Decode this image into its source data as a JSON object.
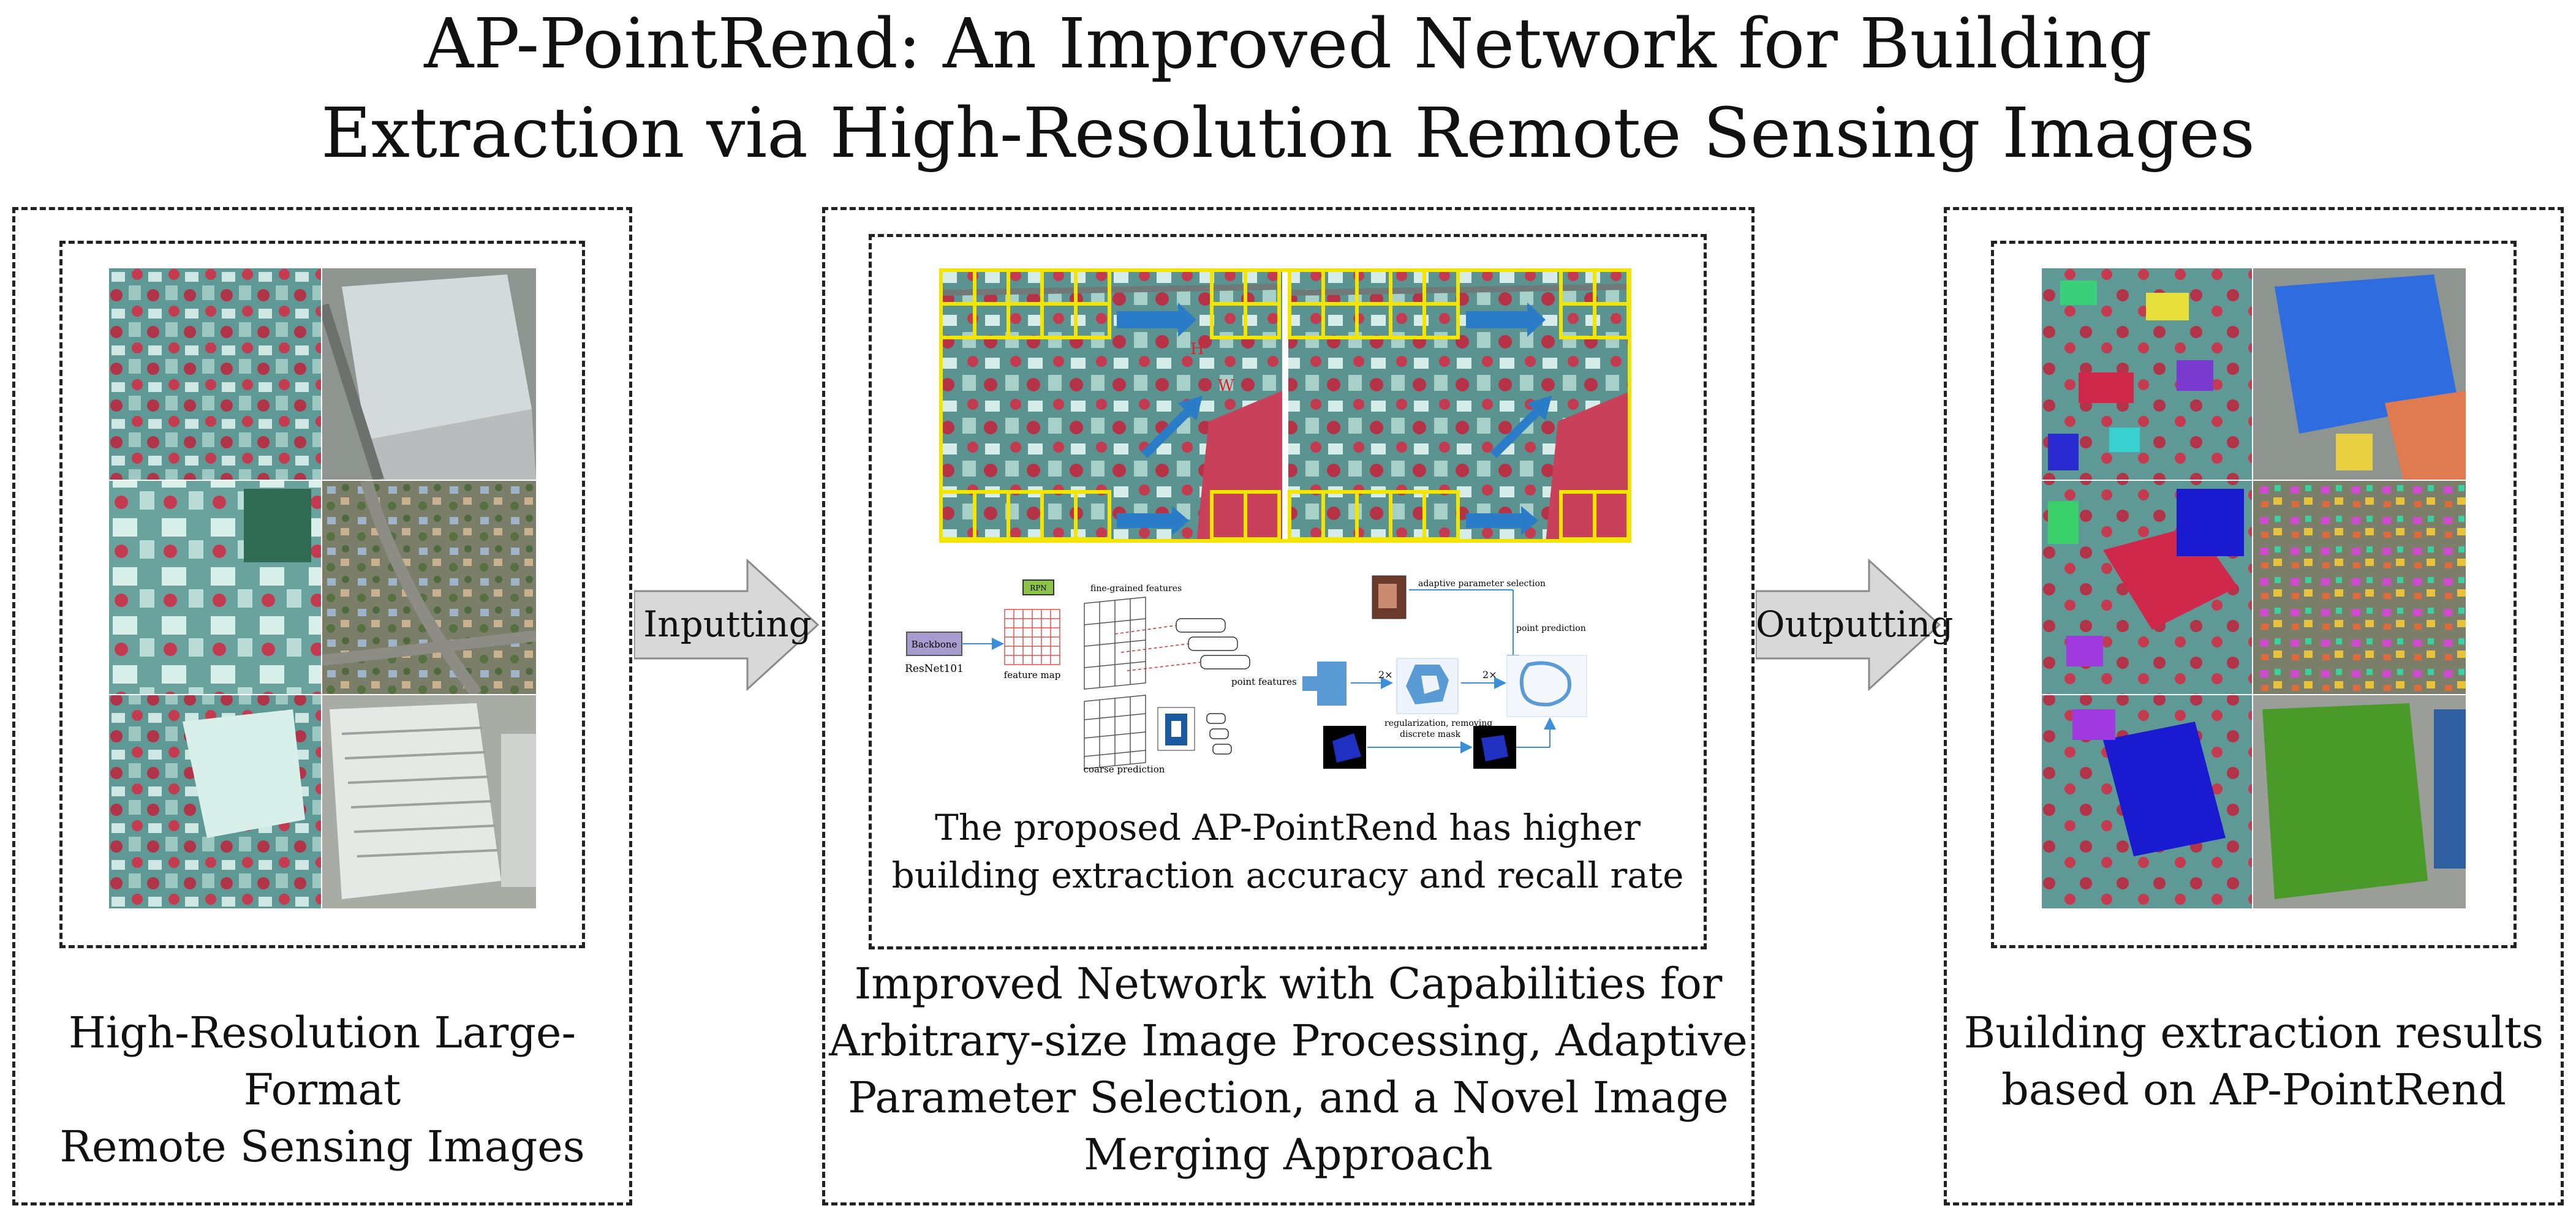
{
  "title": {
    "line1": "AP-PointRend: An Improved Network for Building",
    "line2": "Extraction via High-Resolution Remote Sensing Images"
  },
  "left_panel": {
    "caption_line1": "High-Resolution Large-Format",
    "caption_line2": "Remote Sensing Images"
  },
  "arrows": {
    "input_label": "Inputting",
    "output_label": "Outputting"
  },
  "middle_panel": {
    "figure_caption_line1": "The proposed AP-PointRend has higher",
    "figure_caption_line2": "building extraction accuracy and recall rate",
    "caption_line1": "Improved Network with Capabilities for",
    "caption_line2": "Arbitrary-size Image Processing, Adaptive",
    "caption_line3": "Parameter Selection, and a Novel Image",
    "caption_line4": "Merging Approach",
    "grid_labels": {
      "h": "H",
      "w": "W"
    },
    "flow": {
      "backbone": "Backbone",
      "resnet": "ResNet101",
      "rpn": "RPN",
      "feature_map": "feature map",
      "fine_grained": "fine-grained features",
      "point_features": "point features",
      "coarse_prediction": "coarse prediction",
      "adaptive": "adaptive parameter selection",
      "point_prediction": "point prediction",
      "regularization": "regularization, removing",
      "discrete_mask": "discrete mask",
      "two_x_a": "2×",
      "two_x_b": "2×"
    }
  },
  "right_panel": {
    "caption_line1": "Building extraction results",
    "caption_line2": "based on AP-PointRend"
  },
  "colors": {
    "grid_yellow": "#f2e600",
    "arrow_blue": "#2b7cc8",
    "arrow_gray": "#d8d8d8",
    "urban_teal": "#4d8e8a",
    "vegetation_red": "#c43a4e"
  }
}
